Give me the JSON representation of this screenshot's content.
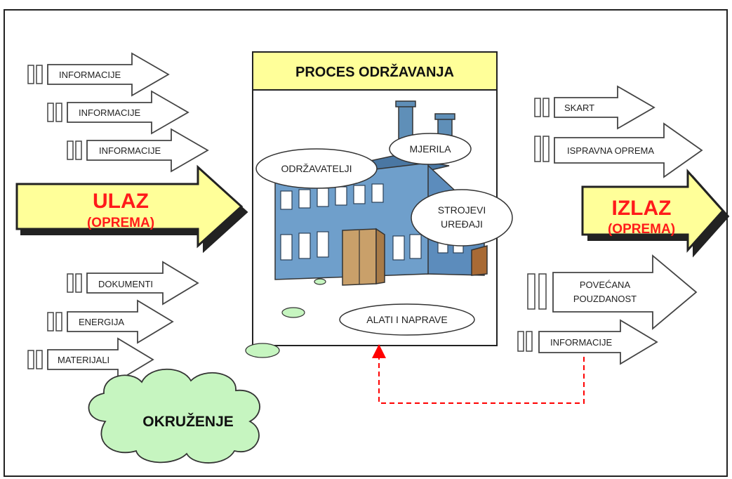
{
  "process_title": "PROCES ODRŽAVANJA",
  "input": {
    "title": "ULAZ",
    "subtitle": "(OPREMA)"
  },
  "output": {
    "title": "IZLAZ",
    "subtitle": "(OPREMA)"
  },
  "input_arrows_top": [
    "INFORMACIJE",
    "INFORMACIJE",
    "INFORMACIJE"
  ],
  "input_arrows_bottom": [
    "DOKUMENTI",
    "ENERGIJA",
    "MATERIJALI"
  ],
  "output_arrows": {
    "skart": "SKART",
    "ispravna": "ISPRAVNA OPREMA",
    "povecana_1": "POVEĆANA",
    "povecana_2": "POUZDANOST",
    "informacije": "INFORMACIJE"
  },
  "bubbles": {
    "odrzavatelji": "ODRŽAVATELJI",
    "mjerila": "MJERILA",
    "strojevi": "STROJEVI",
    "uredjaji": "UREĐAJI",
    "alati": "ALATI I NAPRAVE"
  },
  "environment": "OKRUŽENJE",
  "colors": {
    "yellow": "#ffff99",
    "feedback_red": "#ff0000",
    "cloud_green": "#c6f5c0",
    "building_blue": "#6f9fcb",
    "chimney_blue": "#5f8fb8",
    "door_brown": "#c9a06a"
  }
}
